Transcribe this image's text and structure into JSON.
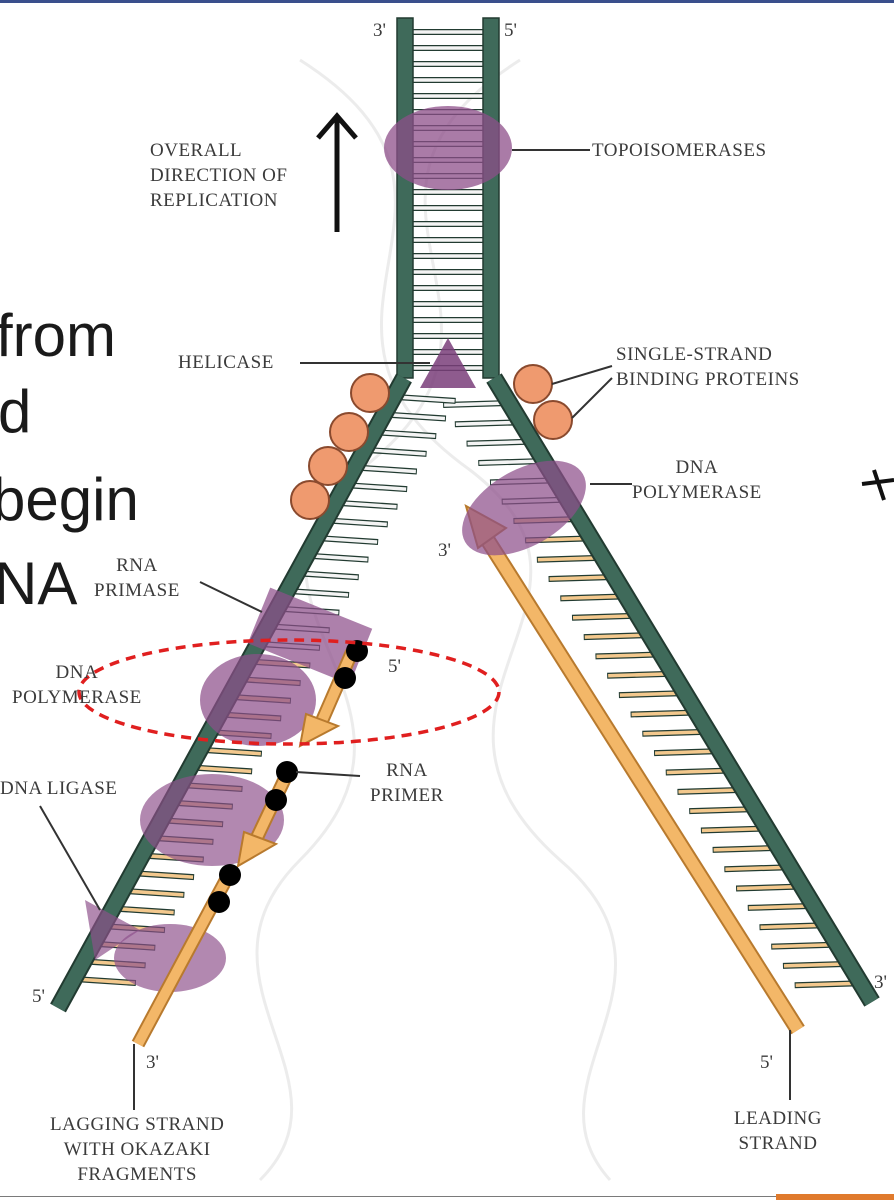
{
  "slide_text": [
    "from",
    "d",
    "begin",
    "NA"
  ],
  "labels": {
    "overall_direction": "OVERALL\nDIRECTION OF\nREPLICATION",
    "topoisomerases": "TOPOISOMERASES",
    "helicase": "HELICASE",
    "ssb": "SINGLE-STRAND\nBINDING PROTEINS",
    "dna_polymerase_leading": "DNA\nPOLYMERASE",
    "rna_primase": "RNA\nPRIMASE",
    "dna_polymerase_lagging": "DNA\nPOLYMERASE",
    "dna_ligase": "DNA LIGASE",
    "rna_primer": "RNA\nPRIMER",
    "lagging_strand": "LAGGING STRAND\nWITH OKAZAKI\nFRAGMENTS",
    "leading_strand": "LEADING\nSTRAND"
  },
  "ends": {
    "top_left": "3'",
    "top_right": "5'",
    "leading_new_3": "3'",
    "fragment_5": "5'",
    "lagging_template_5": "5'",
    "lagging_new_3": "3'",
    "leading_new_5": "5'",
    "leading_template_3": "3'"
  },
  "colors": {
    "backbone": "#3f6a5a",
    "new_strand": "#f3b768",
    "enzyme": "#8e4f8a",
    "ssb": "#ef9a6f",
    "primer": "#000000",
    "highlight": "#e01f1f"
  }
}
